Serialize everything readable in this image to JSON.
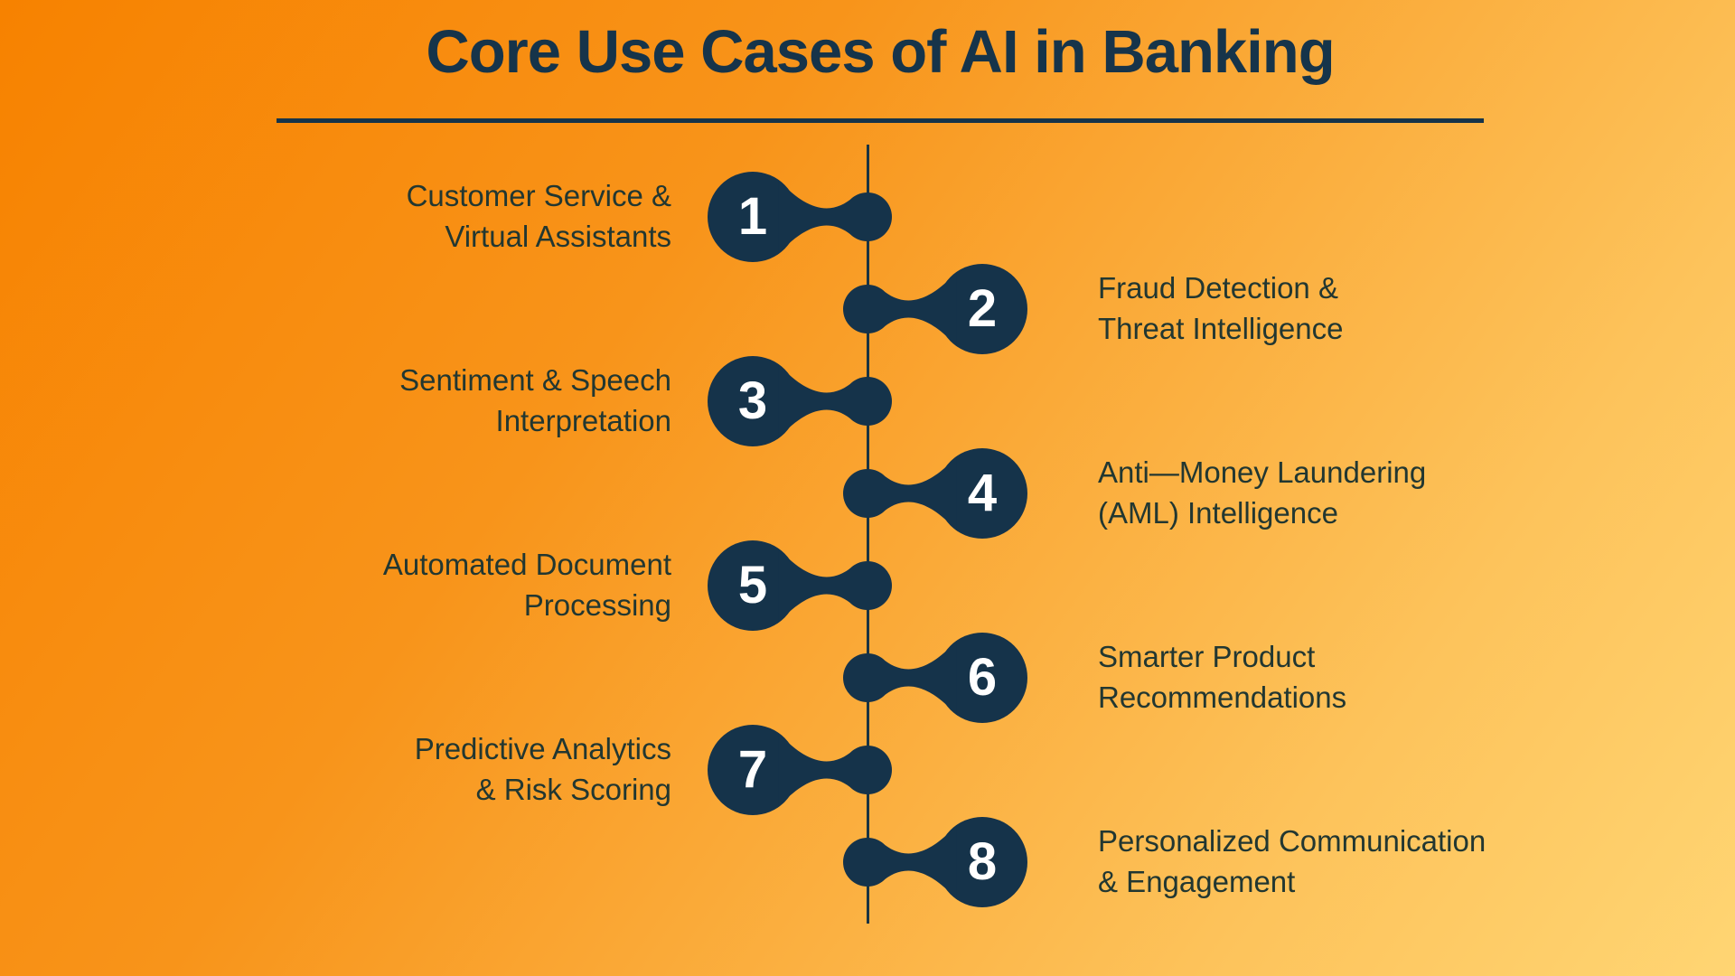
{
  "title": "Core Use Cases of AI in Banking",
  "items": [
    {
      "number": "1",
      "label": "Customer Service &\nVirtual Assistants",
      "side": "left"
    },
    {
      "number": "2",
      "label": "Fraud Detection &\nThreat Intelligence",
      "side": "right"
    },
    {
      "number": "3",
      "label": "Sentiment & Speech\nInterpretation",
      "side": "left"
    },
    {
      "number": "4",
      "label": "Anti—Money Laundering\n(AML) Intelligence",
      "side": "right"
    },
    {
      "number": "5",
      "label": "Automated Document\nProcessing",
      "side": "left"
    },
    {
      "number": "6",
      "label": "Smarter Product\nRecommendations",
      "side": "right"
    },
    {
      "number": "7",
      "label": "Predictive Analytics\n& Risk Scoring",
      "side": "left"
    },
    {
      "number": "8",
      "label": "Personalized Communication\n& Engagement",
      "side": "right"
    }
  ],
  "colors": {
    "background_top": "#f78200",
    "background_bottom": "#ffd573",
    "node_navy": "#15334a",
    "title_text": "#16344a",
    "label_text": "#223731",
    "number_text": "#ffffff"
  }
}
